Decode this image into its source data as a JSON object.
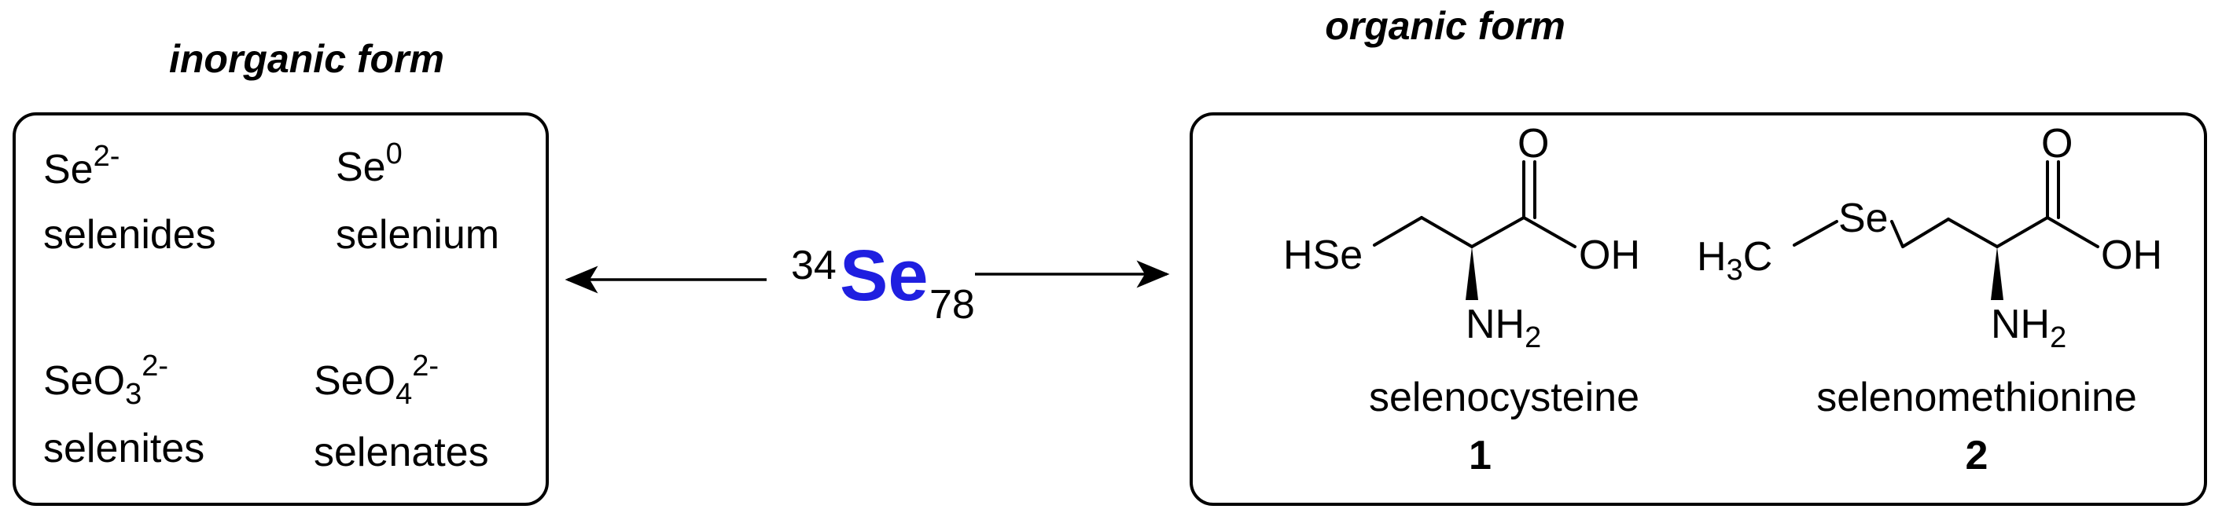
{
  "inorganic": {
    "heading": "inorganic form",
    "species": [
      {
        "formula_base": "Se",
        "formula_sub": "",
        "formula_sup": "2-",
        "name": "selenides"
      },
      {
        "formula_base": "Se",
        "formula_sub": "",
        "formula_sup": "0",
        "name": "selenium"
      },
      {
        "formula_base": "SeO",
        "formula_sub": "3",
        "formula_sup": "2-",
        "name": "selenites"
      },
      {
        "formula_base": "SeO",
        "formula_sub": "4",
        "formula_sup": "2-",
        "name": "selenates"
      }
    ]
  },
  "element": {
    "symbol": "Se",
    "left_number": "34",
    "right_number": "78",
    "color": "#1f1fe0"
  },
  "organic": {
    "heading": "organic form",
    "compounds": [
      {
        "name": "selenocysteine",
        "number": "1",
        "labels": {
          "se_group": "HSe",
          "carbonyl_o": "O",
          "hydroxyl": "OH",
          "amine_base": "NH",
          "amine_sub": "2"
        }
      },
      {
        "name": "selenomethionine",
        "number": "2",
        "labels": {
          "methyl_base": "H",
          "methyl_sub": "3",
          "methyl_c": "C",
          "se": "Se",
          "carbonyl_o": "O",
          "hydroxyl": "OH",
          "amine_base": "NH",
          "amine_sub": "2"
        }
      }
    ]
  }
}
